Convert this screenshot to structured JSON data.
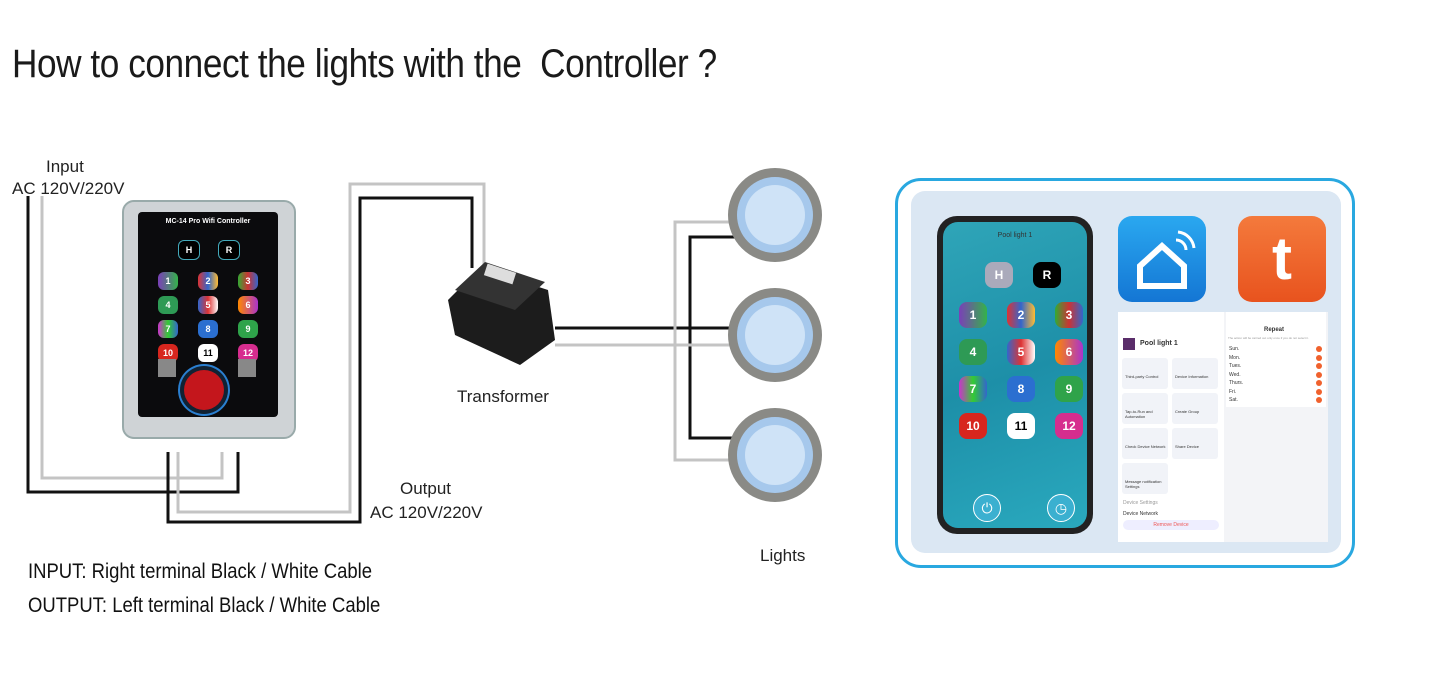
{
  "title": "How to connect the lights with the  Controller ?",
  "labels": {
    "input": "Input",
    "input_voltage": "AC 120V/220V",
    "output": "Output",
    "output_voltage": "AC 120V/220V",
    "transformer": "Transformer",
    "lights": "Lights"
  },
  "notes": [
    "INPUT: Right terminal Black / White Cable",
    "OUTPUT: Left terminal Black / White Cable"
  ],
  "controller": {
    "name": "MC-14 Pro Wifi Controller",
    "mode_buttons": [
      "H",
      "R"
    ],
    "color_buttons": [
      "1",
      "2",
      "3",
      "4",
      "5",
      "6",
      "7",
      "8",
      "9",
      "10",
      "11",
      "12"
    ]
  },
  "phone": {
    "screen_title": "Pool light 1",
    "mode_buttons": [
      "H",
      "R"
    ],
    "color_buttons": [
      "1",
      "2",
      "3",
      "4",
      "5",
      "6",
      "7",
      "8",
      "9",
      "10",
      "11",
      "12"
    ],
    "icons": [
      "power-icon",
      "clock-icon"
    ]
  },
  "app_screens": {
    "device": {
      "name": "Pool light 1",
      "tiles": [
        "Third-party Control",
        "Device Information",
        "Tap-to-Run and Automation",
        "Create Group",
        "Check Device Network",
        "Share Device",
        "Message notification Settings"
      ],
      "section": "Device Settings",
      "network": "Device Network",
      "remove": "Remove Device"
    },
    "repeat": {
      "title": "Repeat",
      "hint": "The action will be carried out only once if you do not select it.",
      "days": [
        "Sun.",
        "Mon.",
        "Tues.",
        "Wed.",
        "Thurs.",
        "Fri.",
        "Sat."
      ]
    }
  },
  "colors": {
    "accent": "#29a8e0",
    "panel_bg": "#dbe7f3",
    "tuya": "#f0612d",
    "home_app": "#1a8ee0"
  }
}
